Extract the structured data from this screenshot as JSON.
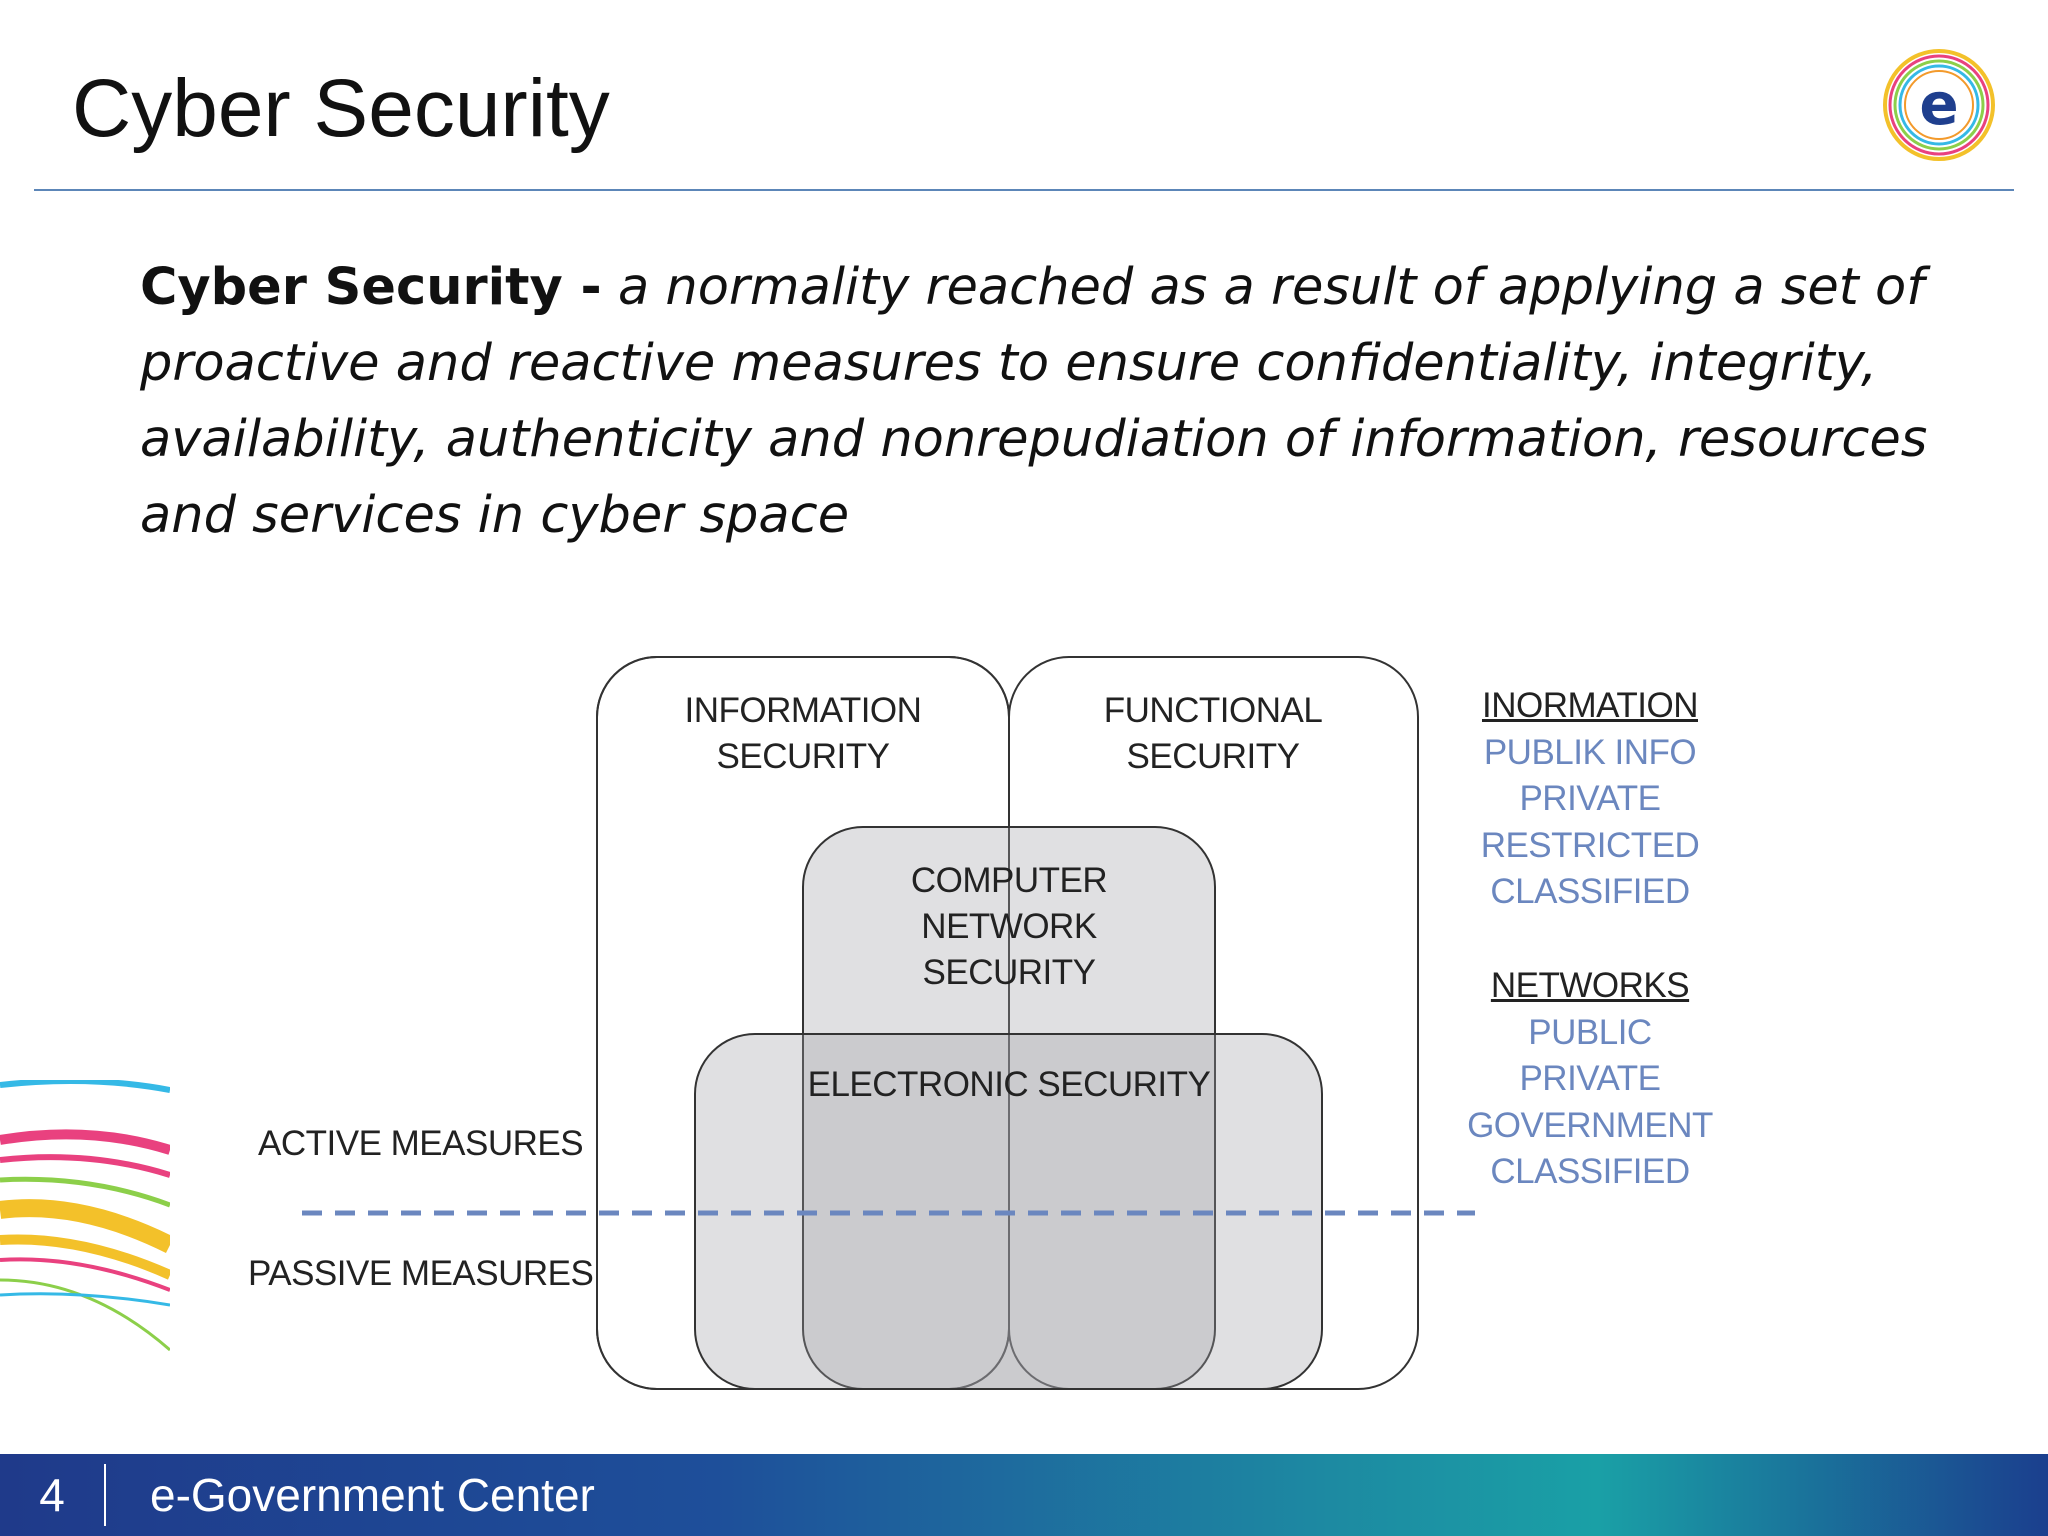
{
  "slide": {
    "title": "Cyber Security"
  },
  "definition": {
    "term": "Cyber Security -",
    "text": "a normality reached as a result of applying a set of proactive and reactive measures to ensure confidentiality, integrity, availability, authenticity and nonrepudiation of information, resources and services in cyber space"
  },
  "diagram": {
    "boxes": {
      "information_security": [
        "INFORMATION",
        "SECURITY"
      ],
      "functional_security": [
        "FUNCTIONAL",
        "SECURITY"
      ],
      "computer_network_security": [
        "COMPUTER",
        "NETWORK",
        "SECURITY"
      ],
      "electronic_security": "ELECTRONIC SECURITY"
    },
    "measures": {
      "active": "ACTIVE MEASURES",
      "passive": "PASSIVE MEASURES"
    },
    "categories": [
      {
        "heading": "INORMATION",
        "items": [
          "PUBLIK INFO",
          "PRIVATE",
          "RESTRICTED",
          "CLASSIFIED"
        ]
      },
      {
        "heading": "NETWORKS",
        "items": [
          "PUBLIC",
          "PRIVATE",
          "GOVERNMENT",
          "CLASSIFIED"
        ]
      }
    ],
    "colors": {
      "box_stroke": "#333333",
      "box_fill": "rgba(160,160,165,0.32)",
      "dashed_line": "#6b87bf",
      "category_item": "#6b87bf"
    }
  },
  "logo": {
    "letter": "e",
    "icon": "e-government-logo"
  },
  "footer": {
    "page_number": "4",
    "text": "e-Government Center"
  }
}
